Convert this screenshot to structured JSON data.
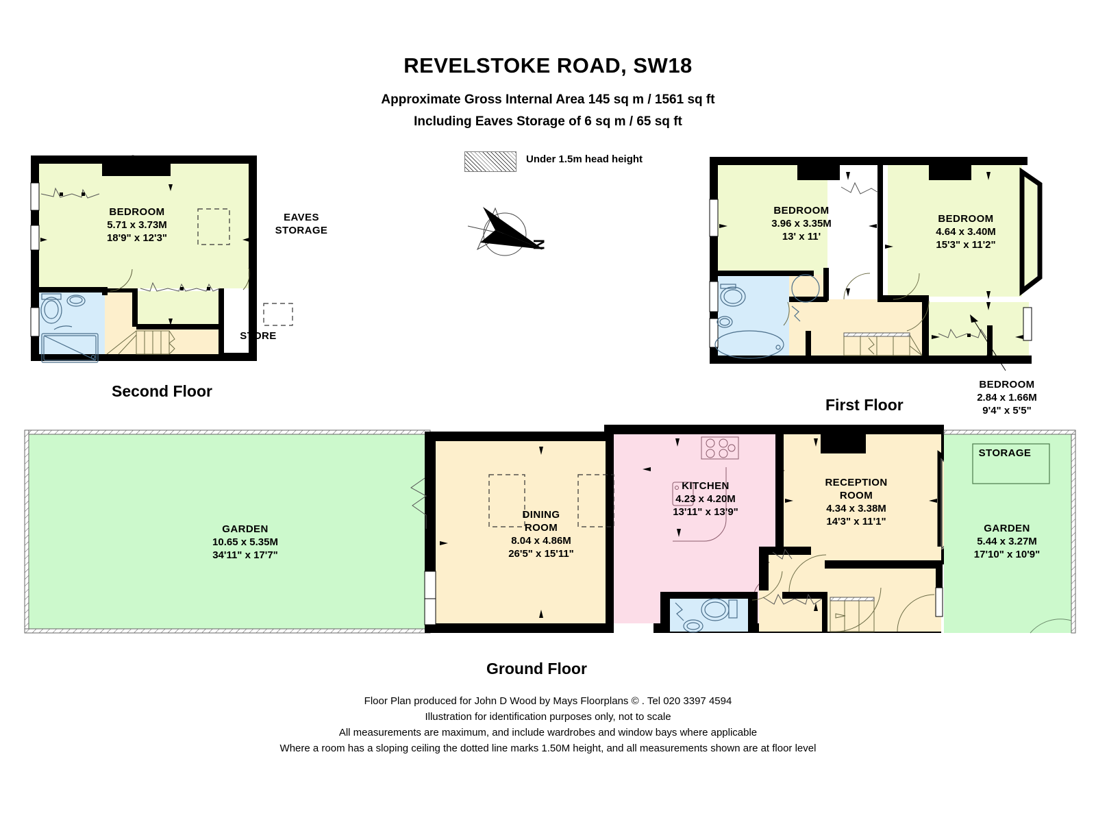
{
  "header": {
    "title": "REVELSTOKE ROAD, SW18",
    "area_line": "Approximate Gross Internal Area 145 sq m /  1561 sq ft",
    "eaves_line": "Including Eaves Storage of  6 sq m /  65 sq ft"
  },
  "legend": {
    "swatch_label": "Under 1.5m head height",
    "compass_label": "N"
  },
  "floors": [
    {
      "id": "second",
      "caption": "Second Floor"
    },
    {
      "id": "first",
      "caption": "First Floor"
    },
    {
      "id": "ground",
      "caption": "Ground Floor"
    }
  ],
  "rooms": {
    "second": [
      {
        "name": "BEDROOM",
        "metric": "5.71 x 3.73M",
        "imperial": "18'9\" x 12'3\""
      },
      {
        "name": "EAVES STORAGE",
        "line1": "EAVES",
        "line2": "STORAGE",
        "metric": "",
        "imperial": ""
      },
      {
        "name": "STORE",
        "metric": "",
        "imperial": ""
      }
    ],
    "first": [
      {
        "name": "BEDROOM",
        "metric": "3.96 x 3.35M",
        "imperial": "13' x 11'"
      },
      {
        "name": "BEDROOM",
        "metric": "4.64 x 3.40M",
        "imperial": "15'3\" x 11'2\""
      },
      {
        "name": "BEDROOM",
        "metric": "2.84 x 1.66M",
        "imperial": "9'4\" x 5'5\""
      }
    ],
    "ground": [
      {
        "name": "GARDEN",
        "metric": "10.65 x 5.35M",
        "imperial": "34'11\" x 17'7\""
      },
      {
        "name": "DINING ROOM",
        "line1": "DINING",
        "line2": "ROOM",
        "metric": "8.04 x 4.86M",
        "imperial": "26'5\" x 15'11\""
      },
      {
        "name": "KITCHEN",
        "metric": "4.23 x 4.20M",
        "imperial": "13'11\" x 13'9\""
      },
      {
        "name": "RECEPTION ROOM",
        "line1": "RECEPTION",
        "line2": "ROOM",
        "metric": "4.34 x 3.38M",
        "imperial": "14'3\" x 11'1\""
      },
      {
        "name": "STORAGE",
        "metric": "",
        "imperial": ""
      },
      {
        "name": "GARDEN",
        "metric": "5.44 x 3.27M",
        "imperial": "17'10\" x 10'9\""
      }
    ]
  },
  "footer": {
    "line1": "Floor Plan produced for John D Wood by Mays Floorplans  © . Tel 020 3397 4594",
    "line2": "Illustration for identification purposes only, not to scale",
    "line3": "All measurements are maximum, and include wardrobes and window bays where applicable",
    "line4": "Where a room has a sloping ceiling the dotted line marks 1.50M height, and all measurements shown are at floor level"
  },
  "colors": {
    "bedroom_green": "#f0f9cf",
    "garden_green": "#ccf9cc",
    "floor_peach": "#fdefcc",
    "kitchen_pink": "#fcdde8",
    "bathroom_blue": "#d6ecfa",
    "wall_black": "#000000"
  }
}
